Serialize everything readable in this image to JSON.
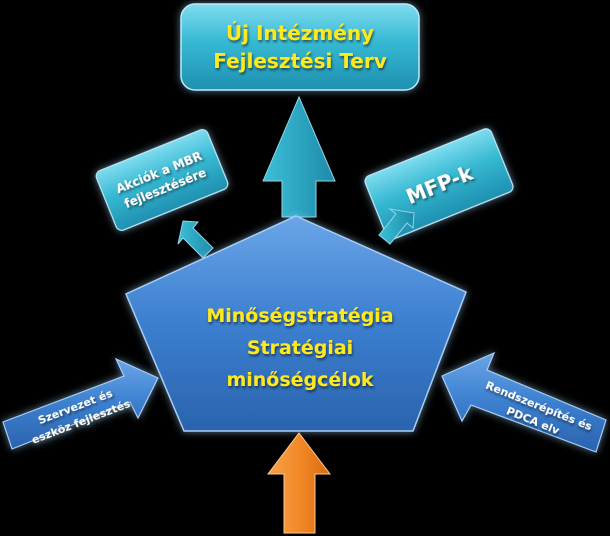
{
  "top_box": {
    "line1": "Új Intézmény",
    "line2": "Fejlesztési Terv"
  },
  "left_box": {
    "line1": "Akciók a MBR",
    "line2": "fejlesztésére"
  },
  "right_box": {
    "line1": "MFP-k"
  },
  "center": {
    "line1": "Minőségstratégia",
    "line2": "Stratégiai",
    "line3": "minőségcélok"
  },
  "left_arrow": {
    "line1": "Szervezet és",
    "line2": "eszköz fejlesztés"
  },
  "right_arrow": {
    "line1": "Rendszerépítés és",
    "line2": "PDCA elv"
  },
  "colors": {
    "background": "#000000",
    "cyan_fill": "#35b8d2",
    "blue_fill": "#3b7fcf",
    "orange_fill": "#f28a28",
    "center_text": "#ffe81a",
    "white_text": "#ffffff"
  }
}
